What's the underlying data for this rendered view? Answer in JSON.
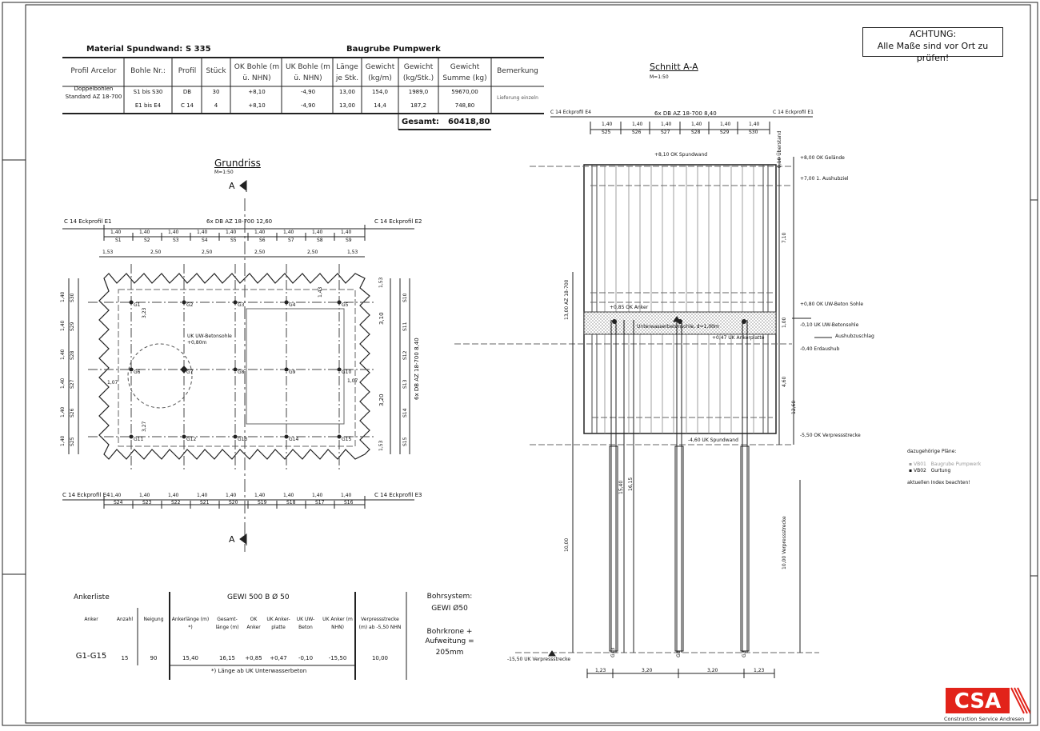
{
  "warning": {
    "line1": "ACHTUNG:",
    "line2": "Alle Maße sind vor Ort zu prüfen!"
  },
  "material_table": {
    "material_label": "Material Spundwand:",
    "material_value": "S 335",
    "project": "Baugrube Pumpwerk",
    "headers": [
      "Profil Arcelor",
      "Bohle Nr.:",
      "Profil",
      "Stück",
      "OK Bohle (m ü. NHN)",
      "UK Bohle (m ü. NHN)",
      "Länge je Stk.",
      "Gewicht (kg/m)",
      "Gewicht (kg/Stk.)",
      "Gewicht Summe (kg)",
      "Bemerkung"
    ],
    "rows": [
      [
        "Doppelbohlen Standard AZ 18-700",
        "S1 bis S30",
        "DB",
        "30",
        "+8,10",
        "-4,90",
        "13,00",
        "154,0",
        "1989,0",
        "59670,00",
        ""
      ],
      [
        "",
        "E1 bis E4",
        "C 14",
        "4",
        "+8,10",
        "-4,90",
        "13,00",
        "14,4",
        "187,2",
        "748,80",
        "Lieferung einzeln"
      ]
    ],
    "total_label": "Gesamt:",
    "total_value": "60418,80"
  },
  "plan": {
    "title": "Grundriss",
    "scale": "M=1:50",
    "section_marker": "A",
    "top_label": "6x DB AZ 18-700 12,60",
    "corner_labels": [
      "C 14 Eckprofil E1",
      "C 14 Eckprofil E2",
      "C 14 Eckprofil E4",
      "C 14 Eckprofil E3"
    ],
    "pile_spacing": "1,40",
    "top_piles": [
      "S1",
      "S2",
      "S3",
      "S4",
      "S5",
      "S6",
      "S7",
      "S8",
      "S9"
    ],
    "bottom_piles": [
      "S24",
      "S23",
      "S22",
      "S21",
      "S20",
      "S19",
      "S18",
      "S17",
      "S16"
    ],
    "left_piles": [
      "S30",
      "S29",
      "S28",
      "S27",
      "S26",
      "S25"
    ],
    "right_piles": [
      "S10",
      "S11",
      "S12",
      "S13",
      "S14",
      "S15"
    ],
    "grid_dims": [
      "1,53",
      "2,50",
      "2,50",
      "2,50",
      "2,50",
      "1,53"
    ],
    "anchors": [
      "G1",
      "G2",
      "G3",
      "G4",
      "G5",
      "G6",
      "G7",
      "G8",
      "G9",
      "G10",
      "G11",
      "G12",
      "G13",
      "G14",
      "G15"
    ],
    "note": "UK UW-Betonsohle",
    "note2": "+0,80m",
    "side_dims": [
      "1,53",
      "3,10",
      "3,20",
      "1,53"
    ],
    "inner_dims": [
      "1,07",
      "1,07",
      "3,23",
      "3,27",
      "1,43"
    ],
    "side_label": "6x DB AZ 18-700 8,40"
  },
  "section": {
    "title": "Schnitt A-A",
    "scale": "M=1:50",
    "top_label": "6x DB AZ 18-700 8,40",
    "corner_left": "C 14 Eckprofil E4",
    "corner_right": "C 14 Eckprofil E1",
    "pile_spacing": "1,40",
    "piles": [
      "S25",
      "S26",
      "S27",
      "S28",
      "S29",
      "S30"
    ],
    "ok_spundwand": "+8,10 OK Spundwand",
    "levels": [
      "+8,00 OK Gelände",
      "+7,00 1. Aushubziel",
      "+0,80 OK UW-Beton Sohle",
      "-0,10 UK UW-Betonsohle",
      "-0,40 Erdaushub",
      "-5,50 OK Verpressstrecke"
    ],
    "aushub_label": "Aushubzuschlag",
    "water_label": "Unterwasserbetonsohle, d=1,00m",
    "ok_anker": "+0,85 OK Anker",
    "uk_anker": "+0,47 UK Ankerplatte",
    "uk_spundwand": "-4,60 UK Spundwand",
    "bottom_level": "-15,50 UK Verpressstrecke",
    "vert_dims": [
      "0,10 Überstand",
      "7,10",
      "1,00",
      "4,60",
      "12,60"
    ],
    "left_length": "13,00 AZ 18-700",
    "anchor_lengths": [
      "15,40",
      "16,15"
    ],
    "verpress": "10,00",
    "verpress_right": "10,00 Verpressstrecke",
    "bottom_dims": [
      "1,23",
      "3,20",
      "3,20",
      "1,23"
    ],
    "bottom_anchors": [
      "G13",
      "G8",
      "G3"
    ]
  },
  "legend": {
    "title": "dazugehörige Pläne:",
    "items": [
      {
        "code": "VB01",
        "label": "Baugrube Pumpwerk"
      },
      {
        "code": "VB02",
        "label": "Gurtung"
      }
    ],
    "footnote": "aktuellen Index beachten!"
  },
  "anchor_table": {
    "title": "Ankerliste",
    "system": "GEWI 500 B Ø 50",
    "headers": [
      "Anker",
      "Anzahl",
      "Neigung",
      "Ankerlänge (m) *)",
      "Gesamt-länge (m)",
      "OK Anker",
      "UK Anker-platte",
      "UK UW-Beton",
      "UK Anker (m NHN)",
      "Verpressstrecke (m) ab -5,50 NHN"
    ],
    "row": [
      "G1-G15",
      "15",
      "90",
      "15,40",
      "16,15",
      "+0,85",
      "+0,47",
      "-0,10",
      "-15,50",
      "10,00"
    ],
    "footnote": "*) Länge ab UK Unterwasserbeton",
    "bohr_title": "Bohrsystem:",
    "bohr_value": "GEWI Ø50",
    "bohr_note": "Bohrkrone + Aufweitung =",
    "bohr_note2": "205mm"
  },
  "logo": {
    "text": "CSA",
    "subtitle": "Construction Service Andresen"
  },
  "colors": {
    "line": "#222222",
    "accent": "#e2231a",
    "hatch": "#555555"
  }
}
